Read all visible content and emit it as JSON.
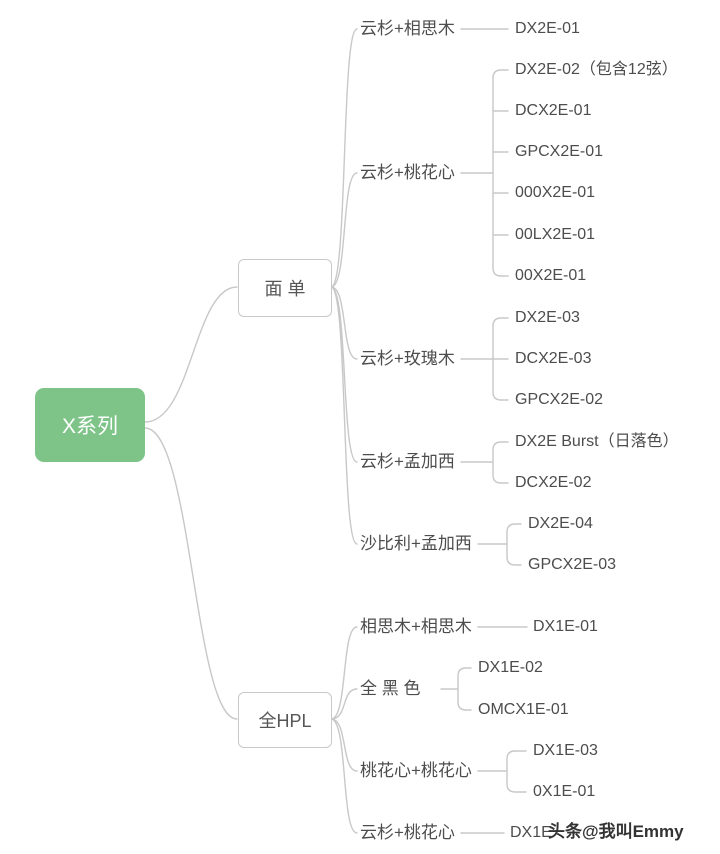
{
  "root": {
    "label": "X系列"
  },
  "colors": {
    "root_bg": "#7ec489",
    "connector": "#c8c8c8",
    "text": "#4d4d4d"
  },
  "watermark": {
    "text": "头条@我叫Emmy"
  },
  "branches": [
    {
      "label": "面 单",
      "children": [
        {
          "label": "云杉+相思木",
          "leaves": [
            "DX2E-01"
          ]
        },
        {
          "label": "云杉+桃花心",
          "leaves": [
            "DX2E-02（包含12弦）",
            "DCX2E-01",
            "GPCX2E-01",
            "000X2E-01",
            "00LX2E-01",
            "00X2E-01"
          ]
        },
        {
          "label": "云杉+玫瑰木",
          "leaves": [
            "DX2E-03",
            "DCX2E-03",
            "GPCX2E-02"
          ]
        },
        {
          "label": "云杉+孟加西",
          "leaves": [
            "DX2E Burst（日落色）",
            "DCX2E-02"
          ]
        },
        {
          "label": "沙比利+孟加西",
          "leaves": [
            "DX2E-04",
            "GPCX2E-03"
          ]
        }
      ]
    },
    {
      "label": "全HPL",
      "children": [
        {
          "label": "相思木+相思木",
          "leaves": [
            "DX1E-01"
          ]
        },
        {
          "label": "全 黑 色",
          "leaves": [
            "DX1E-02",
            "OMCX1E-01"
          ]
        },
        {
          "label": "桃花心+桃花心",
          "leaves": [
            "DX1E-03",
            "0X1E-01"
          ]
        },
        {
          "label": "云杉+桃花心",
          "leaves": [
            "DX1E"
          ]
        }
      ]
    }
  ]
}
